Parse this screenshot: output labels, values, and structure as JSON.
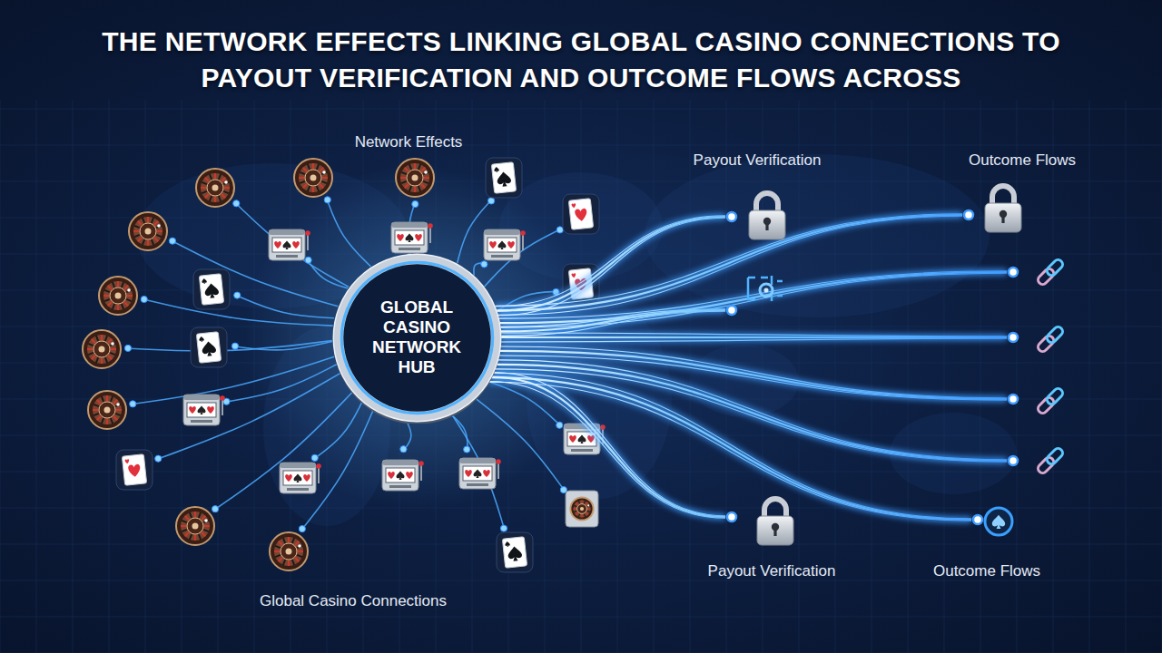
{
  "diagram": {
    "title": "THE NETWORK EFFECTS LINKING GLOBAL CASINO CONNECTIONS TO PAYOUT VERIFICATION AND OUTCOME FLOWS ACROSS",
    "nodes": [
      {
        "text": [
          "GLOBAL CASINO NETWORK HUB"
        ]
      }
    ],
    "labels": [
      "Network Effects",
      "Payout Verification",
      "Outcome Flows",
      "Payout Verification",
      "Outcome Flows",
      "Global Casino Connections"
    ]
  }
}
